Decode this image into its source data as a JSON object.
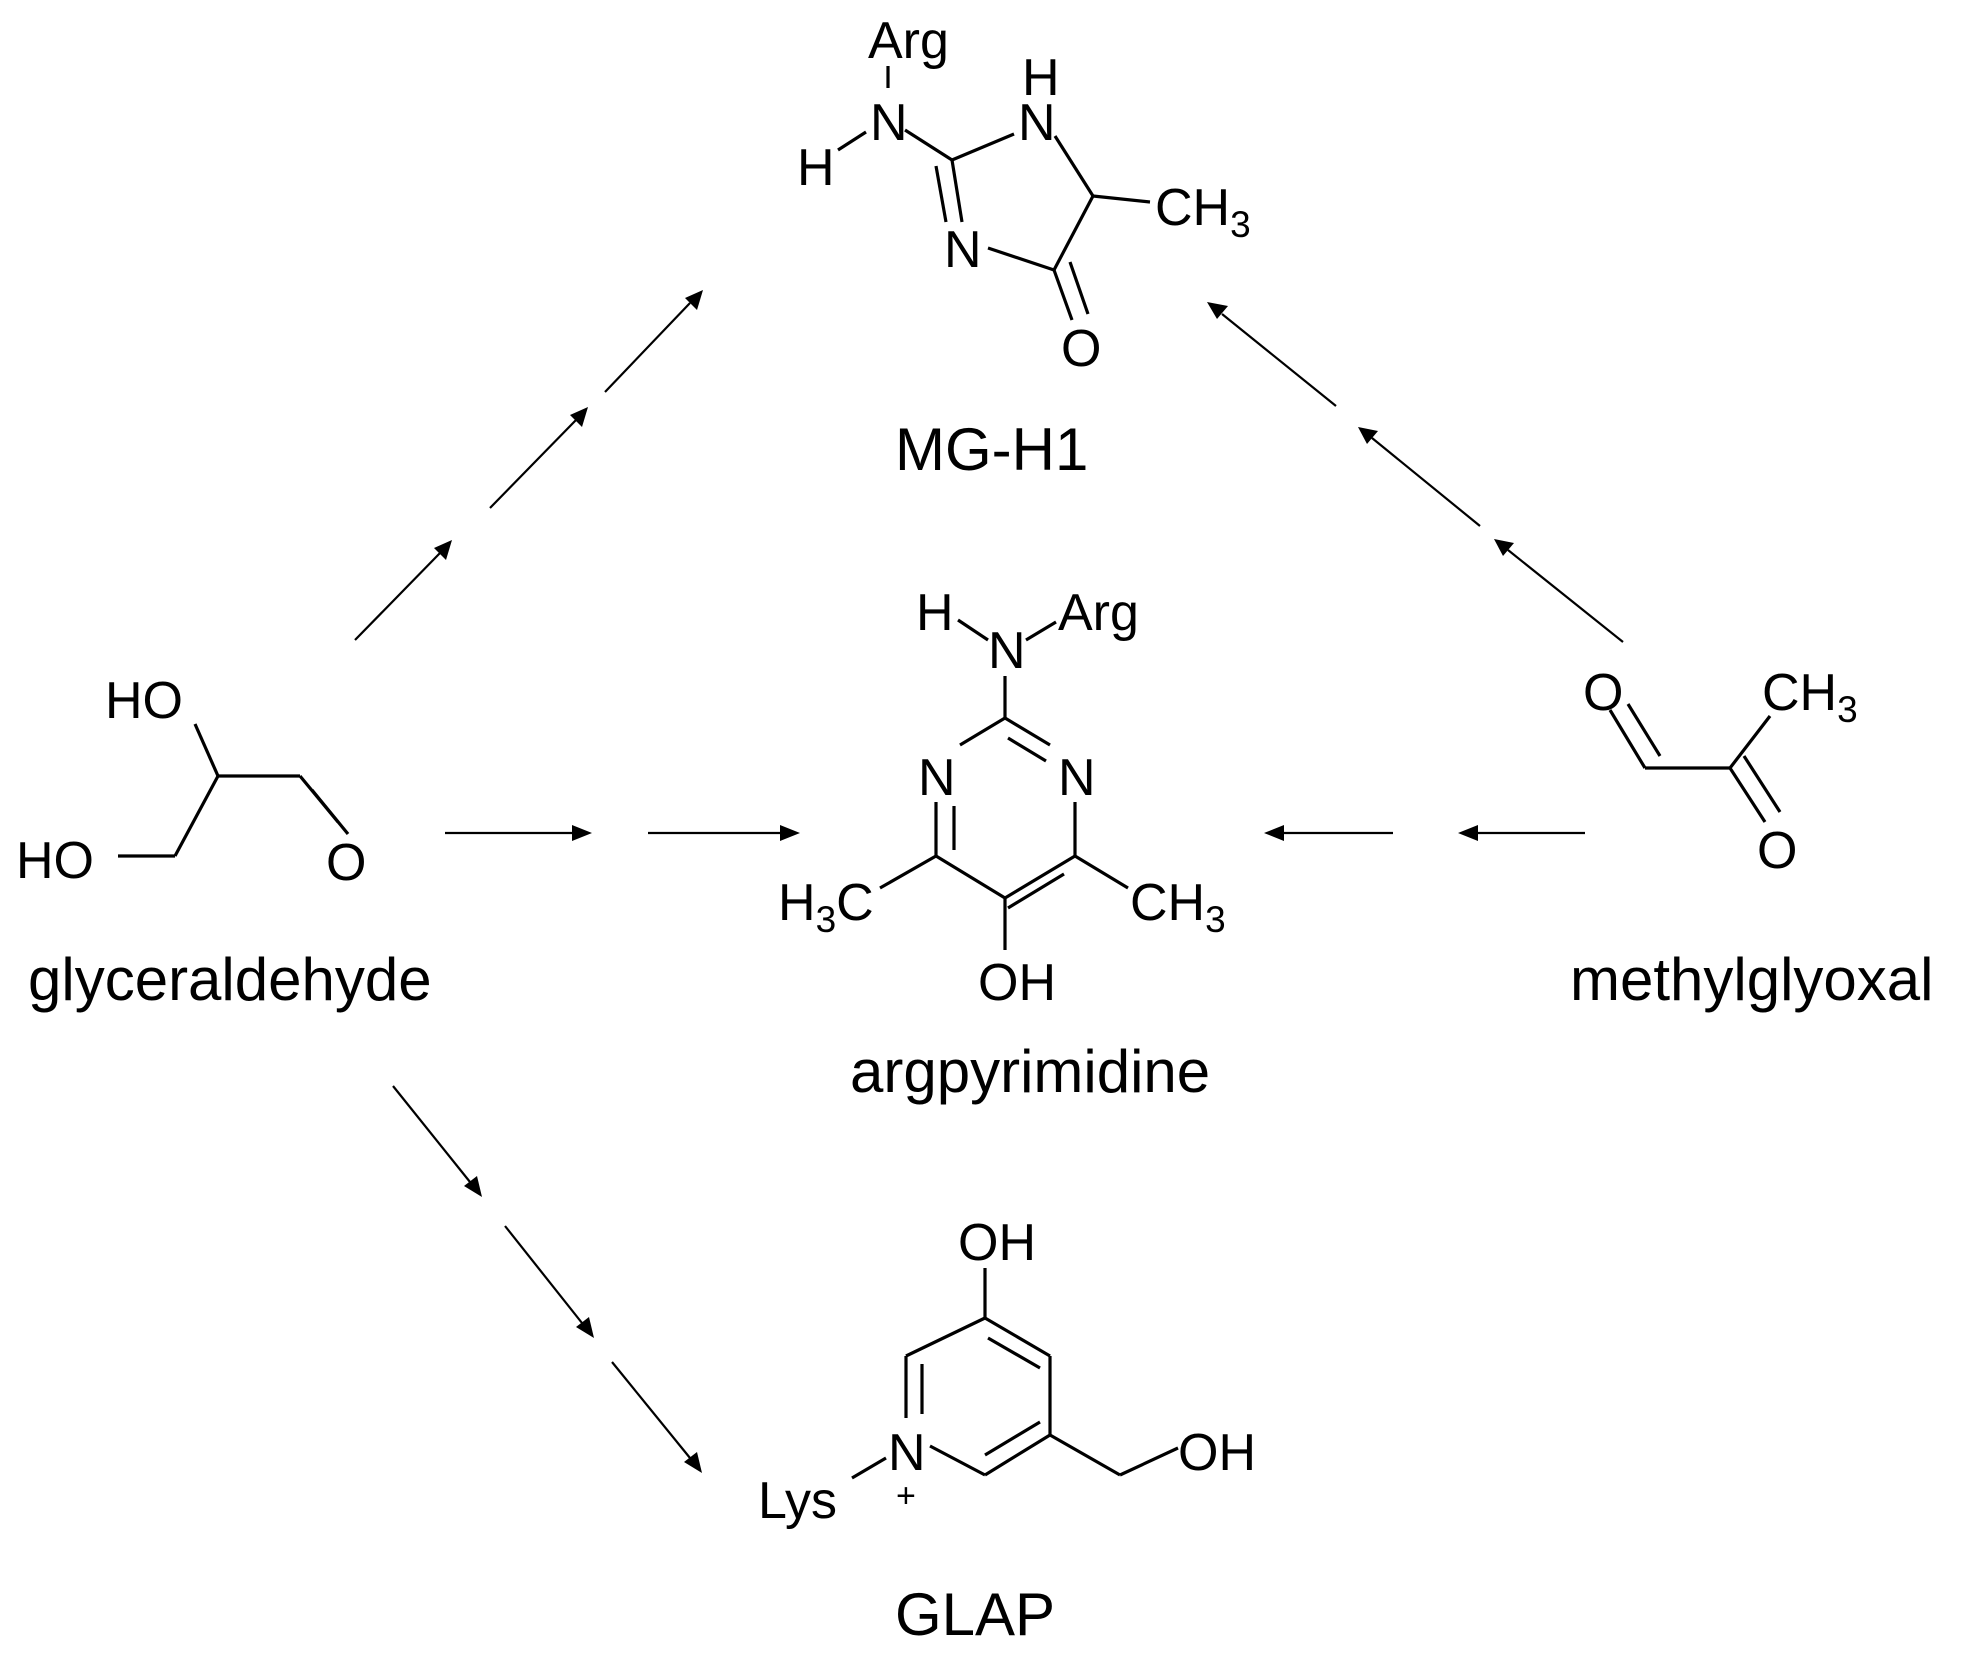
{
  "names": {
    "mgh1": "MG-H1",
    "argpyrimidine": "argpyrimidine",
    "glap": "GLAP",
    "glyceraldehyde": "glyceraldehyde",
    "methylglyoxal": "methylglyoxal"
  },
  "atoms": {
    "arg": "Arg",
    "h": "H",
    "n": "N",
    "o": "O",
    "ho": "HO",
    "oh": "OH",
    "ch": "CH",
    "h_left": "H",
    "c": "C",
    "lys": "Lys",
    "three": "3",
    "plus": "+"
  }
}
